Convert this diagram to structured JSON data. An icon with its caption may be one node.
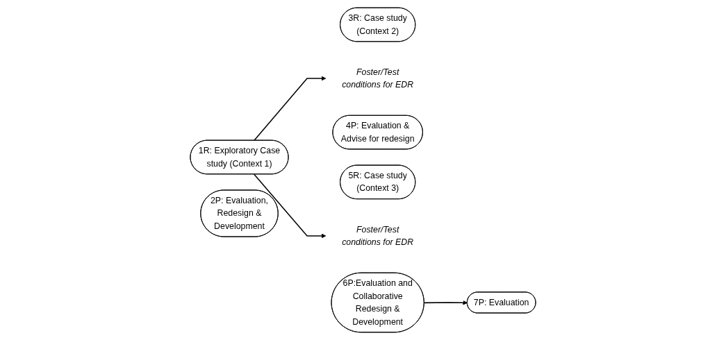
{
  "diagram": {
    "nodes": [
      {
        "text": [
          "1R: Exploratory Case study (Context 1)"
        ]
      },
      {
        "text": [
          "2P: Evaluation, Redesign & Development"
        ]
      },
      {
        "text": [
          "3R: Case study (Context 2)"
        ]
      },
      {
        "text": [
          "Foster/Test conditions for EDR"
        ]
      },
      {
        "text": [
          "4P: Evaluation & Advise for redesign"
        ]
      },
      {
        "text": [
          "5R: Case study (Context 3)"
        ]
      },
      {
        "text": [
          "Foster/Test conditions for EDR"
        ]
      },
      {
        "text": [
          "6P:Evaluation and Collaborative Redesign & Development"
        ]
      },
      {
        "text": [
          "7P: Evaluation"
        ]
      }
    ],
    "edges": [
      {
        "from": 0,
        "to": 3,
        "arrow": "to"
      },
      {
        "from": 0,
        "to": 6,
        "arrow": "to"
      },
      {
        "from": 7,
        "to": 8,
        "arrow": "to"
      }
    ]
  }
}
